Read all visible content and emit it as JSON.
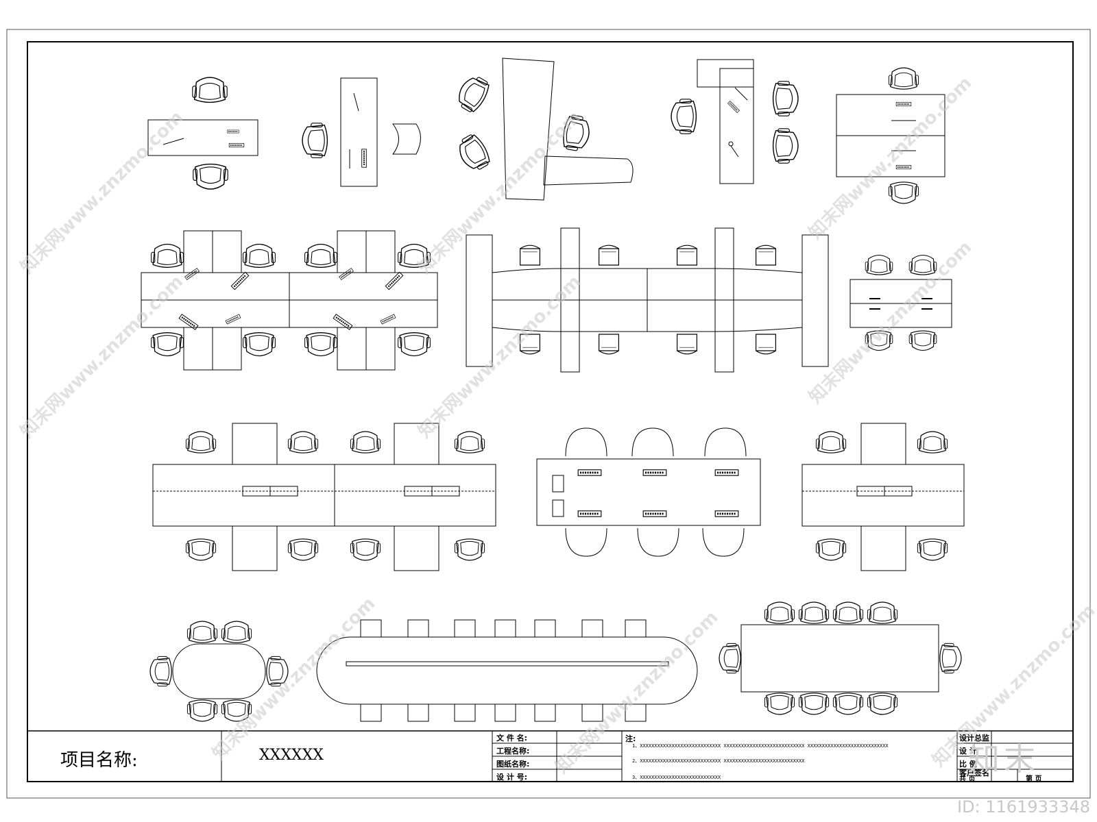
{
  "title_block": {
    "project_label": "项目名称:",
    "project_value": "XXXXXX",
    "fields": [
      {
        "label": "文 件 名:"
      },
      {
        "label": "工程名称:"
      },
      {
        "label": "图纸名称:"
      },
      {
        "label": "设 计 号:"
      }
    ],
    "notes_label": "注:",
    "notes": [
      "1、XXXXXXXXXXXXXXXXXXXXXXXXXXXX   XXXXXXXXXXXXXXXXXXXXXXXXXXXX   XXXXXXXXXXXXXXXXXXXXXXXXXXXX",
      "2、XXXXXXXXXXXXXXXXXXXXXXXXXXXX   XXXXXXXXXXXXXXXXXXXXXXXXXXXX",
      "3、XXXXXXXXXXXXXXXXXXXXXXXXXXXX"
    ],
    "right_fields": [
      "设计总监",
      "设    计",
      "比    例",
      "客户签名"
    ],
    "sheet_total": "共      页",
    "sheet_no": "第      页"
  },
  "watermark": {
    "text": "知末网www.znzmo.com",
    "color": "#c9c9c9"
  },
  "logo_text": "知末",
  "id_label": "ID: 1161933348"
}
